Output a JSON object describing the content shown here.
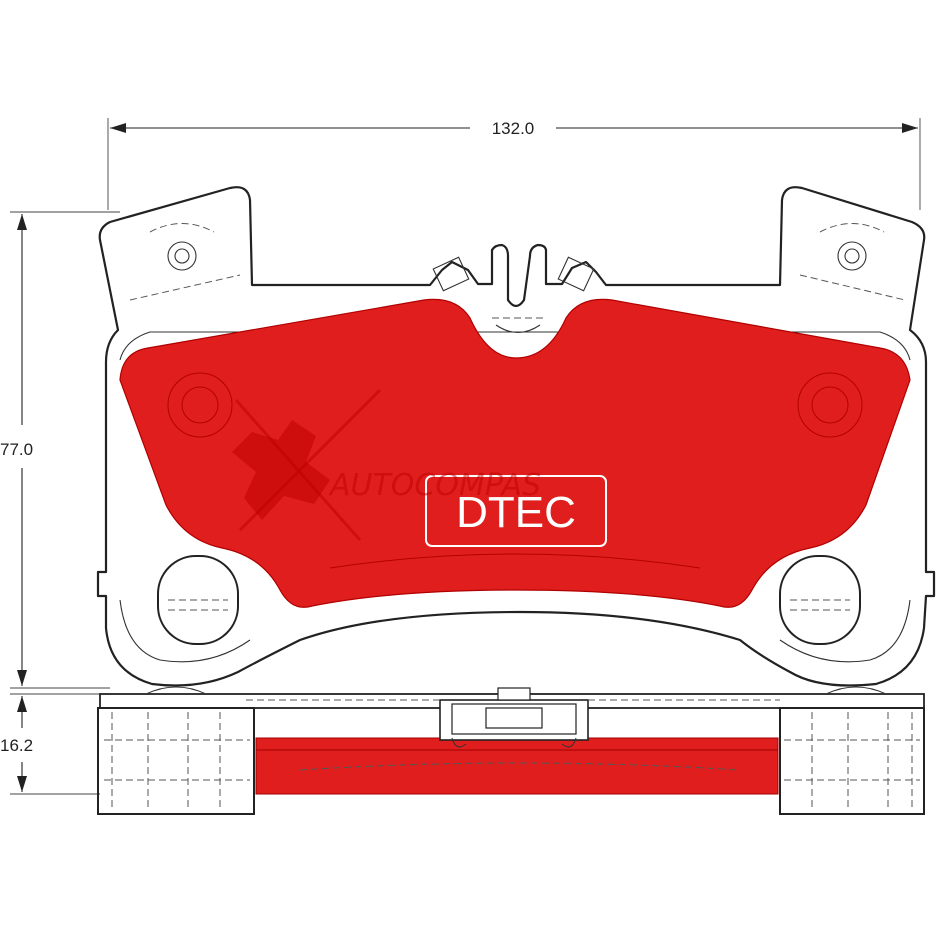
{
  "dimensions": {
    "width": "132.0",
    "height": "77.0",
    "thickness": "16.2"
  },
  "logo": {
    "label": "DTEC"
  },
  "watermark": {
    "text": "AUTOCOMPAS"
  },
  "colors": {
    "friction_material": "#e01e1e",
    "outline": "#222222",
    "background": "#ffffff"
  }
}
